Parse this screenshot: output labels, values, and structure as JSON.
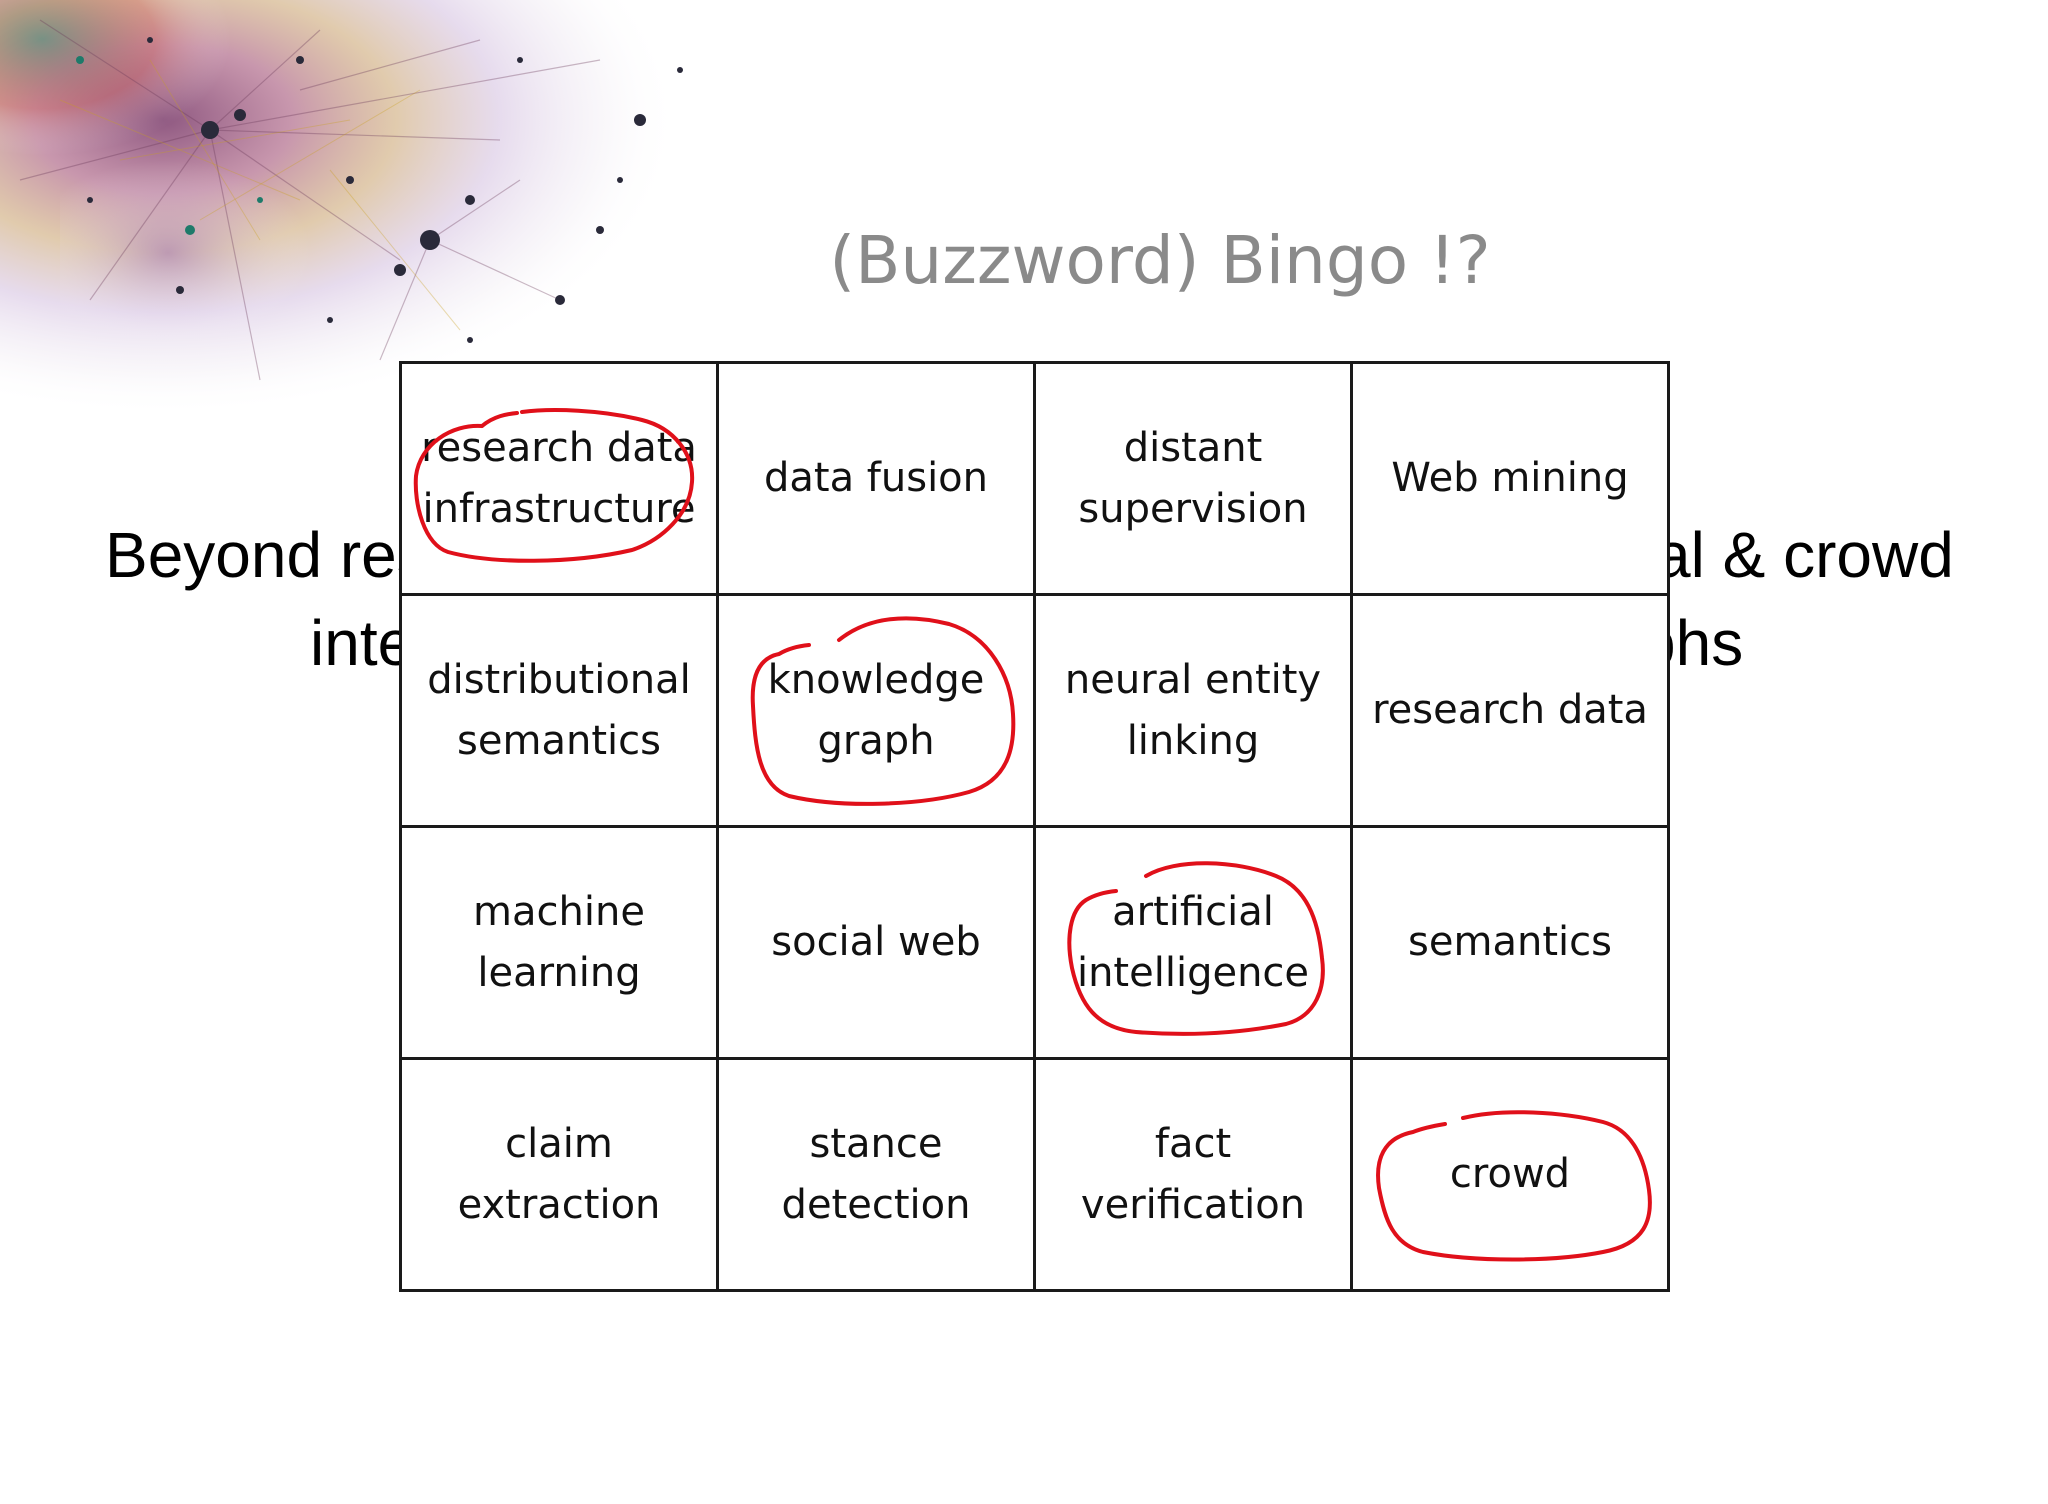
{
  "slide": {
    "title": "(Buzzword) Bingo !?",
    "background_text": {
      "line1_left": "Beyond res",
      "line1_right": "al & crowd",
      "line2_left": "inte",
      "line2_right": "phs"
    }
  },
  "bingo": {
    "rows": [
      [
        {
          "label": "research data infrastructure",
          "circled": true
        },
        {
          "label": "data fusion",
          "circled": false
        },
        {
          "label": "distant supervision",
          "circled": false
        },
        {
          "label": "Web mining",
          "circled": false
        }
      ],
      [
        {
          "label": "distributional semantics",
          "circled": false
        },
        {
          "label": "knowledge graph",
          "circled": true
        },
        {
          "label": "neural entity linking",
          "circled": false
        },
        {
          "label": "research data",
          "circled": false
        }
      ],
      [
        {
          "label": "machine learning",
          "circled": false
        },
        {
          "label": "social web",
          "circled": false
        },
        {
          "label": "artificial intelligence",
          "circled": true
        },
        {
          "label": "semantics",
          "circled": false
        }
      ],
      [
        {
          "label": "claim extraction",
          "circled": false
        },
        {
          "label": "stance detection",
          "circled": false
        },
        {
          "label": "fact verification",
          "circled": false
        },
        {
          "label": "crowd",
          "circled": true
        }
      ]
    ]
  },
  "colors": {
    "circle_mark": "#e0101a",
    "title": "#8a8a8a",
    "grid": "#1a1a1a"
  }
}
